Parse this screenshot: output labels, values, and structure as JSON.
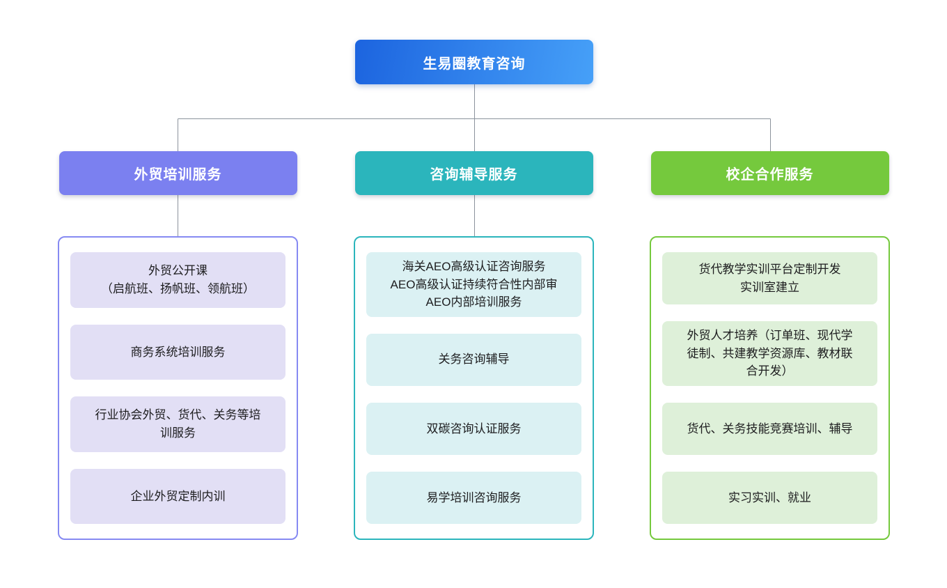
{
  "page": {
    "background_color": "#ffffff",
    "text_color": "#1d1d1f"
  },
  "connectors": {
    "color": "#8b929c"
  },
  "root": {
    "label": "生易圈教育咨询",
    "gradient_from": "#1c64df",
    "gradient_to": "#46a0f8",
    "text_color": "#ffffff"
  },
  "branches": [
    {
      "id": "foreign-trade-training",
      "label": "外贸培训服务",
      "header_color": "#7b80f0",
      "border_color": "#868af2",
      "item_fill": "#e2dff5",
      "items": [
        {
          "lines": [
            "外贸公开课",
            "（启航班、扬帆班、领航班）"
          ]
        },
        {
          "lines": [
            "商务系统培训服务"
          ]
        },
        {
          "lines": [
            "行业协会外贸、货代、关务等培",
            "训服务"
          ]
        },
        {
          "lines": [
            "企业外贸定制内训"
          ]
        }
      ]
    },
    {
      "id": "consulting-coaching",
      "label": "咨询辅导服务",
      "header_color": "#2bb5bc",
      "border_color": "#2bb5bc",
      "item_fill": "#dbf1f3",
      "items": [
        {
          "lines": [
            "海关AEO高级认证咨询服务",
            "AEO高级认证持续符合性内部审",
            "AEO内部培训服务"
          ]
        },
        {
          "lines": [
            "关务咨询辅导"
          ]
        },
        {
          "lines": [
            "双碳咨询认证服务"
          ]
        },
        {
          "lines": [
            "易学培训咨询服务"
          ]
        }
      ]
    },
    {
      "id": "school-enterprise-cooperation",
      "label": "校企合作服务",
      "header_color": "#75c93d",
      "border_color": "#75c93d",
      "item_fill": "#def0d9",
      "items": [
        {
          "lines": [
            "货代教学实训平台定制开发",
            "实训室建立"
          ]
        },
        {
          "lines": [
            "外贸人才培养（订单班、现代学",
            "徒制、共建教学资源库、教材联",
            "合开发）"
          ]
        },
        {
          "lines": [
            "货代、关务技能竞赛培训、辅导"
          ]
        },
        {
          "lines": [
            "实习实训、就业"
          ]
        }
      ]
    }
  ]
}
